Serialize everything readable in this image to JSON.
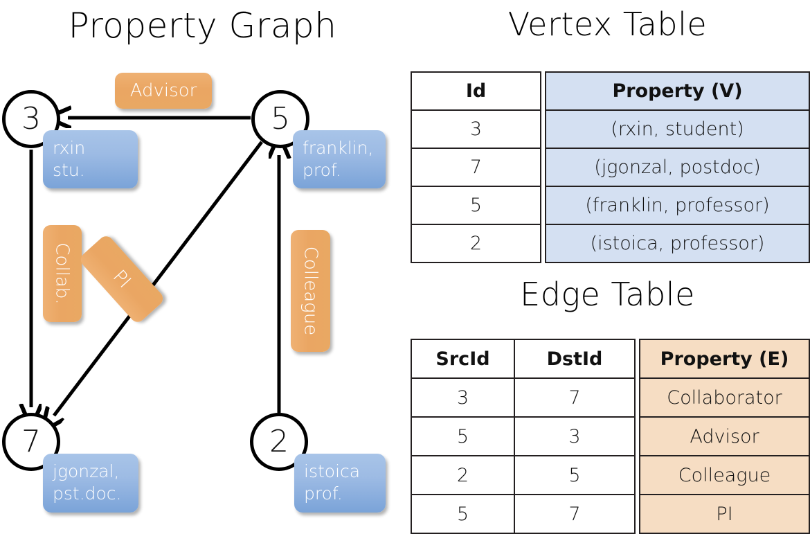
{
  "titles": {
    "property_graph": "Property Graph",
    "vertex_table": "Vertex Table",
    "edge_table": "Edge Table"
  },
  "colors": {
    "vertex_property_fill": "#d4e0f2",
    "edge_property_fill": "#f6ddc3",
    "vertex_box_blue": "#7aa3d8",
    "edge_label_orange": "#eaa663",
    "stroke": "#000000"
  },
  "graph": {
    "nodes": [
      {
        "id": "3",
        "property_line1": "rxin",
        "property_line2": "stu."
      },
      {
        "id": "5",
        "property_line1": "franklin,",
        "property_line2": "prof."
      },
      {
        "id": "7",
        "property_line1": "jgonzal,",
        "property_line2": "pst.doc."
      },
      {
        "id": "2",
        "property_line1": "istoica",
        "property_line2": "prof."
      }
    ],
    "edge_labels": [
      {
        "label": "Advisor",
        "orientation": "horizontal"
      },
      {
        "label": "Collab.",
        "orientation": "vertical"
      },
      {
        "label": "PI",
        "orientation": "diagonal"
      },
      {
        "label": "Colleague",
        "orientation": "vertical"
      }
    ],
    "edges": [
      {
        "from": "5",
        "to": "3",
        "label": "Advisor"
      },
      {
        "from": "3",
        "to": "7",
        "label": "Collab."
      },
      {
        "from": "5",
        "to": "7",
        "label": "PI"
      },
      {
        "from": "2",
        "to": "5",
        "label": "Colleague"
      }
    ]
  },
  "vertex_table": {
    "headers": [
      "Id",
      "Property (V)"
    ],
    "rows": [
      {
        "id": "3",
        "property": "(rxin, student)"
      },
      {
        "id": "7",
        "property": "(jgonzal, postdoc)"
      },
      {
        "id": "5",
        "property": "(franklin, professor)"
      },
      {
        "id": "2",
        "property": "(istoica, professor)"
      }
    ]
  },
  "edge_table": {
    "headers": [
      "SrcId",
      "DstId",
      "Property (E)"
    ],
    "rows": [
      {
        "src": "3",
        "dst": "7",
        "property": "Collaborator"
      },
      {
        "src": "5",
        "dst": "3",
        "property": "Advisor"
      },
      {
        "src": "2",
        "dst": "5",
        "property": "Colleague"
      },
      {
        "src": "5",
        "dst": "7",
        "property": "PI"
      }
    ]
  }
}
